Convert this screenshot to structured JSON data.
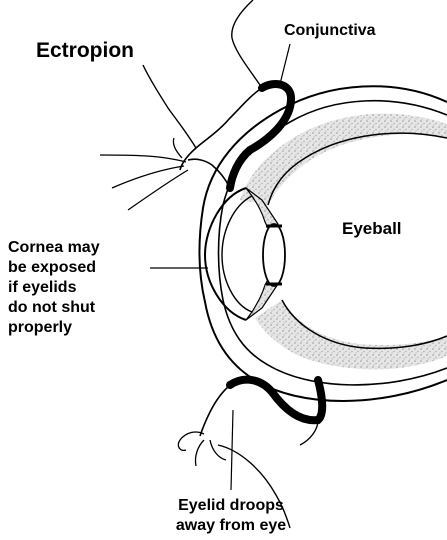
{
  "title": "Ectropion",
  "labels": {
    "conjunctiva": "Conjunctiva",
    "eyeball": "Eyeball",
    "cornea_lines": [
      "Cornea may",
      "be exposed",
      "if eyelids",
      "do not shut",
      "properly"
    ],
    "eyelid_lines": [
      "Eyelid droops",
      "away from eye"
    ]
  },
  "colors": {
    "ink": "#000000",
    "sclera_texture": "#d9d9d9",
    "background": "#ffffff"
  }
}
